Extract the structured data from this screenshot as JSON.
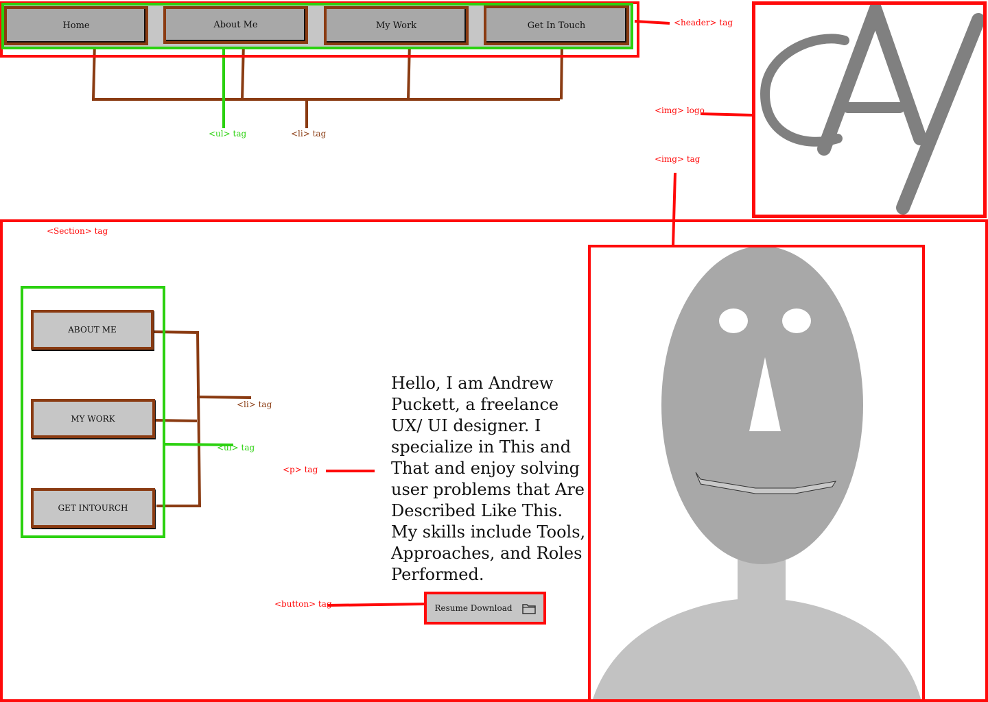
{
  "header": {
    "nav": [
      "Home",
      "About Me",
      "My Work",
      "Get In Touch"
    ]
  },
  "sidebar": {
    "items": [
      "ABOUT ME",
      "MY WORK",
      "GET INTOURCH"
    ]
  },
  "intro": "Hello, I am Andrew Puckett, a freelance UX/ UI designer. I specialize in This and That and enjoy solving user problems that Are Described Like This. My skills include Tools, Approaches, and Roles Performed.",
  "resume_button": {
    "label": "Resume Download",
    "icon": "folder-icon"
  },
  "annotations": {
    "header_tag": "<header> tag",
    "ul_tag_top": "<ul> tag",
    "li_tag_top": "<li> tag",
    "img_logo": "<img> logo",
    "img_tag": "<img> tag",
    "section_tag": "<Section> tag",
    "li_tag_side": "<li> tag",
    "ul_tag_side": "<ul> tag",
    "p_tag": "<p> tag",
    "button_tag": "<button> tag"
  },
  "logo": {
    "glyph_c": "c",
    "glyph_a": "A",
    "glyph_y": "y"
  },
  "colors": {
    "annotation_red": "#ff0a0a",
    "annotation_green": "#2bd10f",
    "annotation_brown": "#8a3b12",
    "placeholder_gray": "#a8a8a8"
  }
}
